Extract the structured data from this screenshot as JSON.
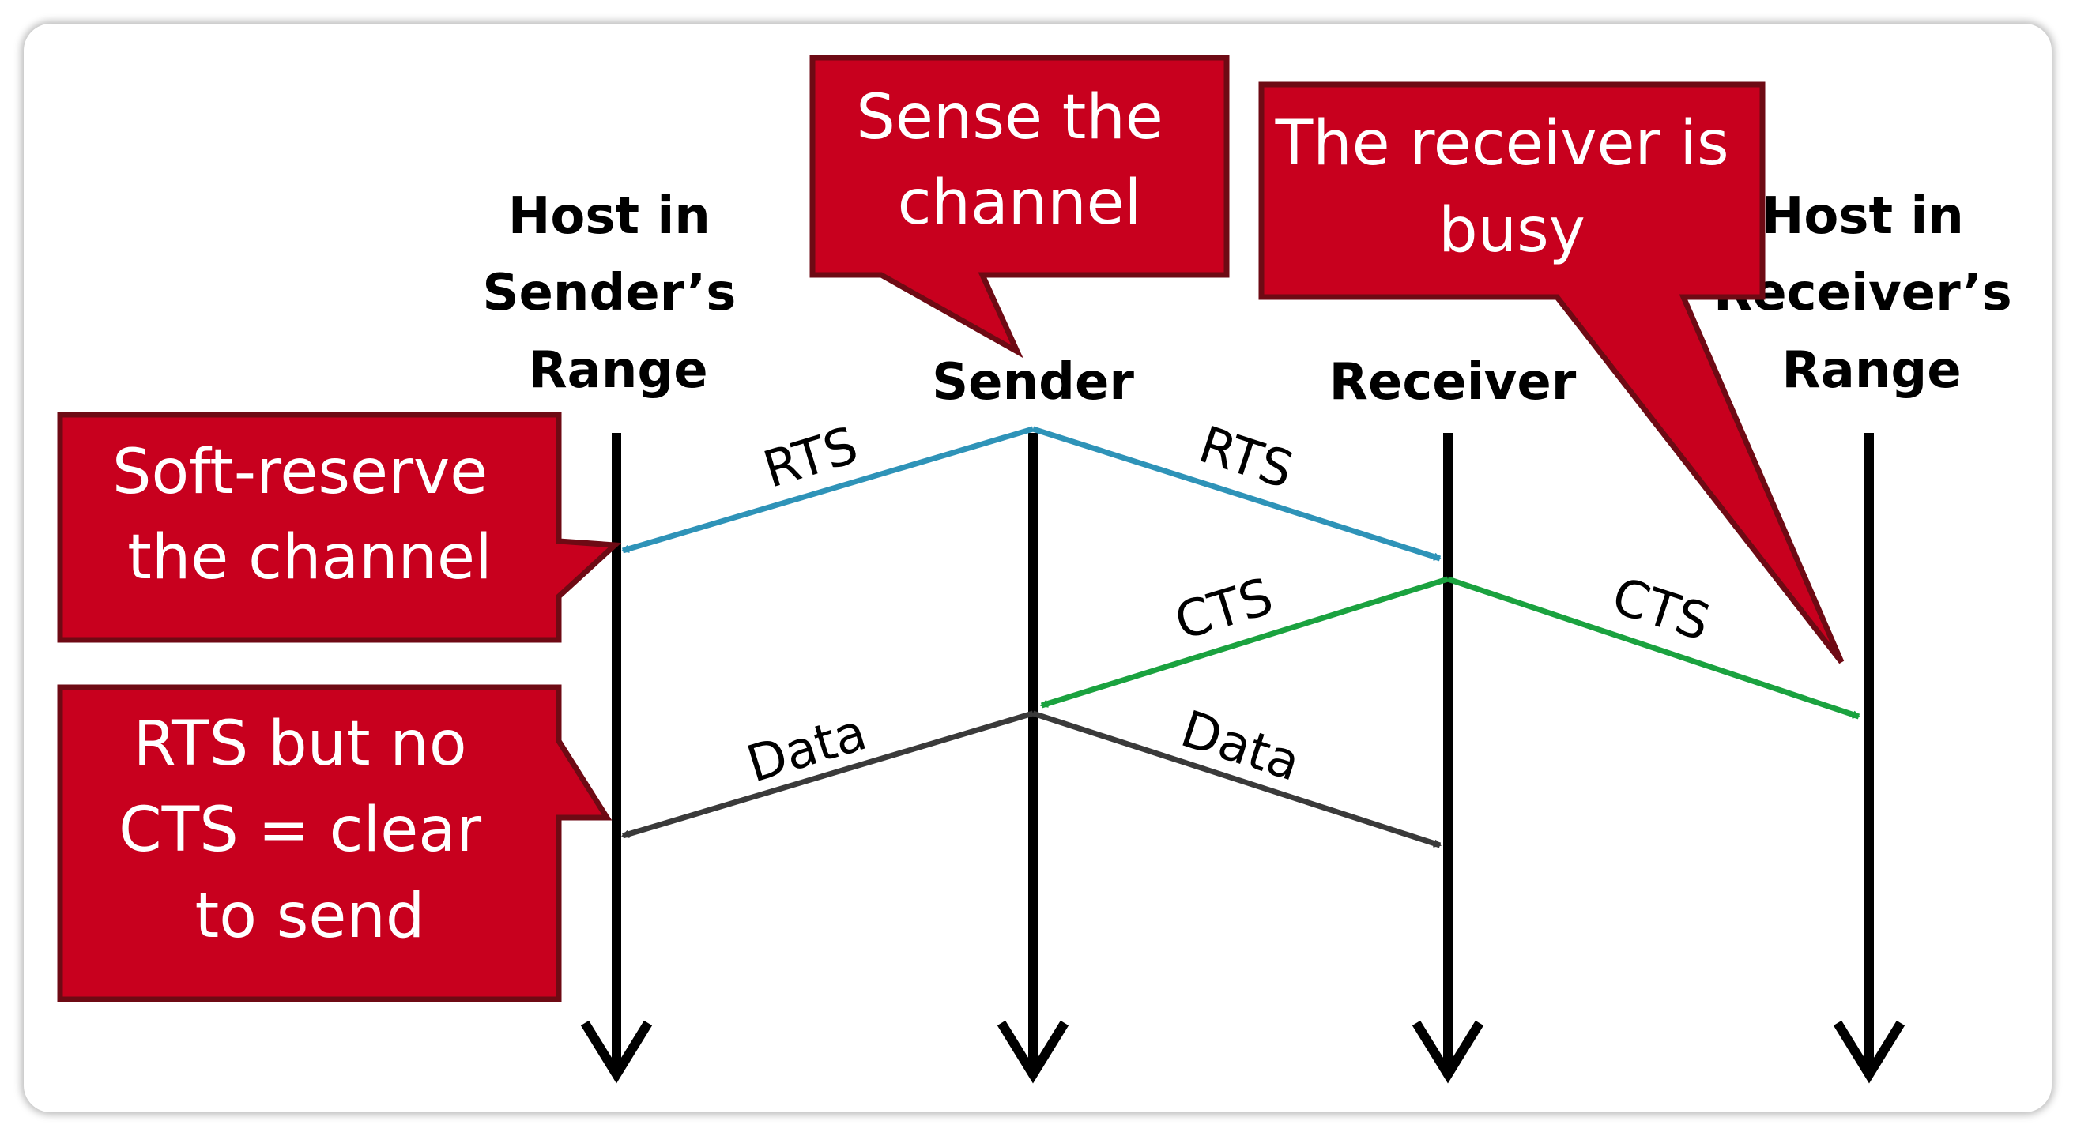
{
  "hosts": {
    "left_range": {
      "lines": [
        "Host in",
        "Sender’s",
        "Range"
      ]
    },
    "sender": {
      "label": "Sender"
    },
    "receiver": {
      "label": "Receiver"
    },
    "right_range": {
      "lines": [
        "Host in",
        "Receiver’s",
        "Range"
      ]
    }
  },
  "messages": {
    "rts_left": "RTS",
    "rts_right": "RTS",
    "cts_left": "CTS",
    "cts_right": "CTS",
    "data_left": "Data",
    "data_right": "Data"
  },
  "callouts": {
    "sense": {
      "lines": [
        "Sense the",
        "channel"
      ]
    },
    "busy": {
      "lines": [
        "The receiver is",
        "busy"
      ]
    },
    "soft_reserve": {
      "lines": [
        "Soft-reserve",
        "the channel"
      ]
    },
    "clear_to_send": {
      "lines": [
        "RTS but no",
        "CTS = clear",
        "to send"
      ]
    }
  },
  "colors": {
    "rts": "#2e93b8",
    "cts": "#1aa23f",
    "data": "#3a3a3a",
    "callout_fill": "#c8001e",
    "callout_border": "#6e0a14"
  }
}
